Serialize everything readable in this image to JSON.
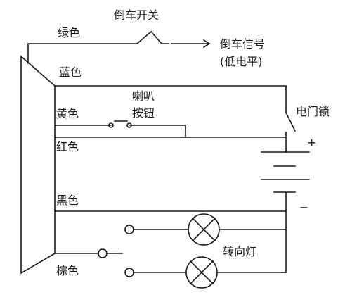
{
  "labels": {
    "green": "绿色",
    "blue": "蓝色",
    "yellow": "黄色",
    "red": "红色",
    "black": "黑色",
    "brown": "棕色",
    "reverse_switch": "倒车开关",
    "reverse_signal": "倒车信号",
    "low_level": "(低电平)",
    "horn_line1": "喇叭",
    "horn_line2": "按钮",
    "ignition_lock": "电门锁",
    "turn_light": "转向灯",
    "plus": "+",
    "minus": "−"
  }
}
